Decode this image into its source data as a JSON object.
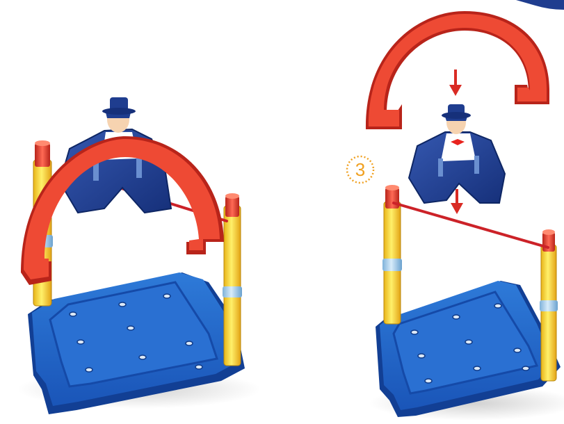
{
  "step": {
    "number": "3"
  },
  "colors": {
    "base": "#1d5fc4",
    "base_dark": "#123f94",
    "post": "#f7d21e",
    "post_shade": "#e0a818",
    "collar": "#9cc8e8",
    "post_cap": "#e23a2a",
    "arch": "#ee4a34",
    "arch_dark": "#b8241a",
    "rod": "#cc2228",
    "figure_coat": "#1f3d8f",
    "figure_shirt": "#ffffff",
    "figure_skin": "#f6d3b0",
    "bow_tie": "#e8231e",
    "arrow": "#d92b24",
    "step_circle": "#f0a020"
  },
  "icons": {
    "left_scene": "assembled-model-illustration",
    "right_scene": "exploded-assembly-illustration",
    "step_badge": "dotted-circle-step-badge",
    "arrows": "down-arrow-icon"
  }
}
